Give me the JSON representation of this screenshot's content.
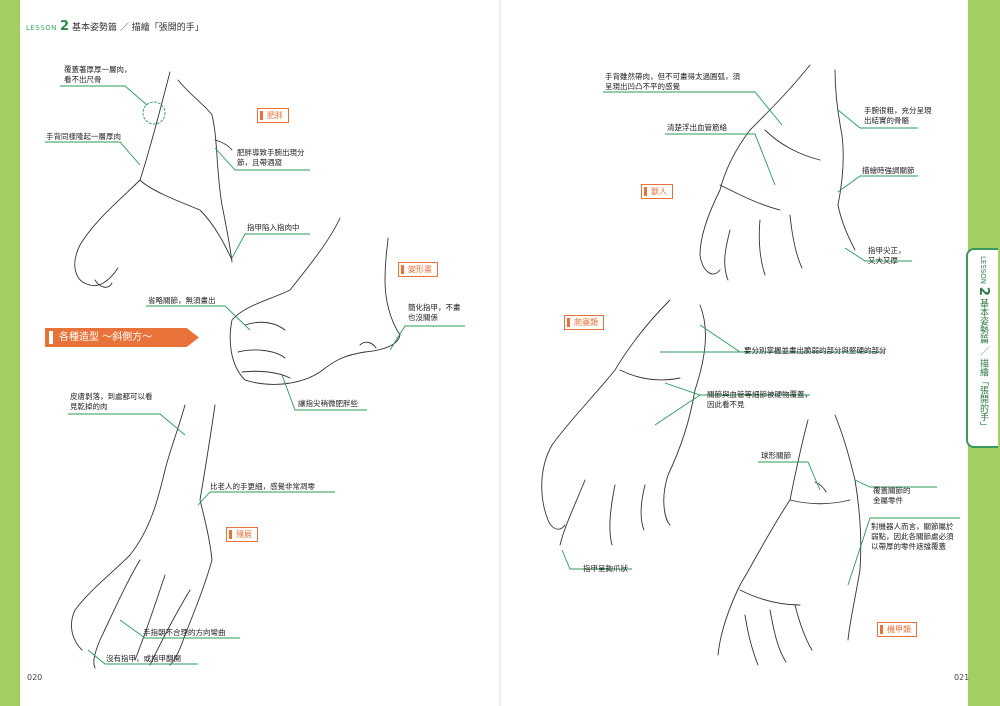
{
  "header": {
    "lesson": "LESSON",
    "num": "2",
    "title": "基本姿勢篇 ／ 描繪「張開的手」"
  },
  "side_tab": {
    "lesson": "LESSON",
    "num": "2",
    "title": "基本姿勢篇 ／ 描繪「張開的手」"
  },
  "section_ribbon": "各種造型 ～斜側方～",
  "page_numbers": {
    "left": "020",
    "right": "021"
  },
  "tags": {
    "fat": "肥胖",
    "deformed": "變形畫",
    "zombie": "殭屍",
    "beast": "獸人",
    "reptile": "爬蟲類",
    "mecha": "機甲類"
  },
  "notes": {
    "fat_1": "覆蓋著厚厚一層肉，\n看不出尺骨",
    "fat_2": "手背同樣隆起一層厚肉",
    "fat_3": "肥胖導致手腕出現分\n節，且帶酒窩",
    "fat_4": "指甲陷入指肉中",
    "def_1": "省略關節，無須畫出",
    "def_2": "簡化指甲，不畫\n也沒關係",
    "def_3": "讓指尖稍微肥胖些",
    "zom_1": "皮膚剝落，到處都可以看\n見乾掉的肉",
    "zom_2": "比老人的手更細，感覺非常凋零",
    "zom_3": "手指朝不合理的方向彎曲",
    "zom_4": "沒有指甲，或指甲翻開",
    "beast_1": "手背雖然帶肉，但不可畫得太過圓弧，須\n呈現出凹凸不平的感覺",
    "beast_2": "清楚浮出血管筋絡",
    "beast_3": "手腕很粗，充分呈現\n出結實的骨骼",
    "beast_4": "描繪時強調關節",
    "beast_5": "指甲尖正，\n又大又厚",
    "rep_1": "要分別掌握並畫出脆弱的部分與堅硬的部分",
    "rep_2": "關節與血管等細節被硬物覆蓋，\n因此看不見",
    "rep_3": "指甲呈鉤爪狀",
    "mech_1": "球形關節",
    "mech_2": "覆蓋關節的\n金屬零件",
    "mech_3": "對機器人而言，關節屬於\n弱點，因此各關節處必須\n以帶厚的零件遮擋覆蓋"
  }
}
